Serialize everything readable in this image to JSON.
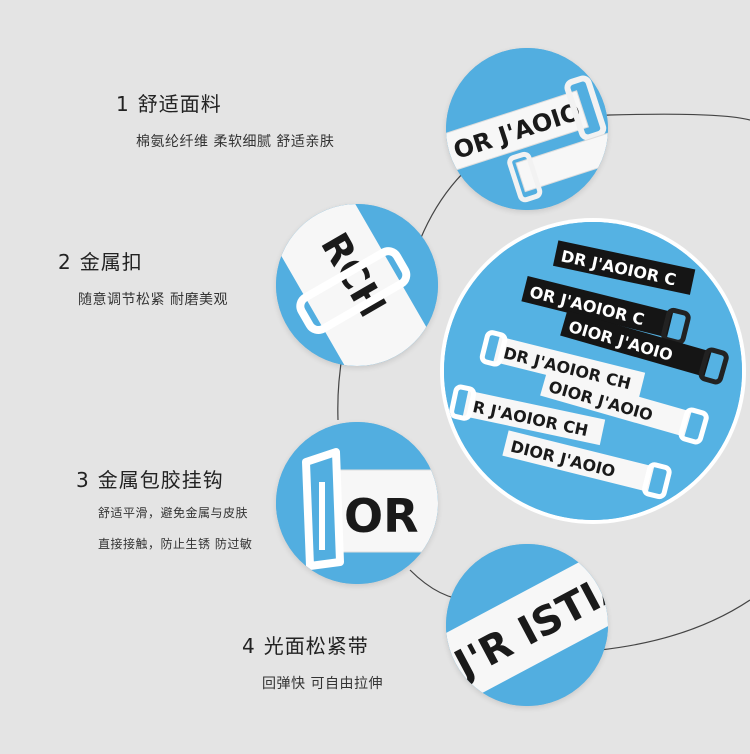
{
  "features": [
    {
      "number": "1",
      "title": "舒适面料",
      "desc_lines": [
        "棉氨纶纤维 柔软细腻 舒适亲肤"
      ]
    },
    {
      "number": "2",
      "title": "金属扣",
      "desc_lines": [
        "随意调节松紧  耐磨美观"
      ]
    },
    {
      "number": "3",
      "title": "金属包胶挂钩",
      "desc_lines": [
        "舒适平滑，避免金属与皮肤",
        "直接接触，防止生锈 防过敏"
      ]
    },
    {
      "number": "4",
      "title": "光面松紧带",
      "desc_lines": [
        "回弹快 可自由拉伸"
      ]
    }
  ],
  "strap_prints": {
    "circle1": "OR J'AOIO",
    "circle2": "RCH",
    "circle3": "OR",
    "circle4": "J'R ISTIA",
    "main_strap_1": "DR J'AOIOR C",
    "main_strap_2": "OR J'AOIOR C",
    "main_strap_3": "OIOR J'AOIO",
    "main_strap_4": "DR J'AOIOR CH",
    "main_strap_5": "OIOR J'AOIO",
    "main_strap_6": "R J'AOIOR CH",
    "main_strap_7": "DIOR J'AOIO"
  },
  "colors": {
    "background": "#e4e4e4",
    "circle_bg": "#4ea9dd",
    "strap_white": "#f7f7f7",
    "strap_black": "#151515",
    "print_black": "#1a1a1a"
  }
}
